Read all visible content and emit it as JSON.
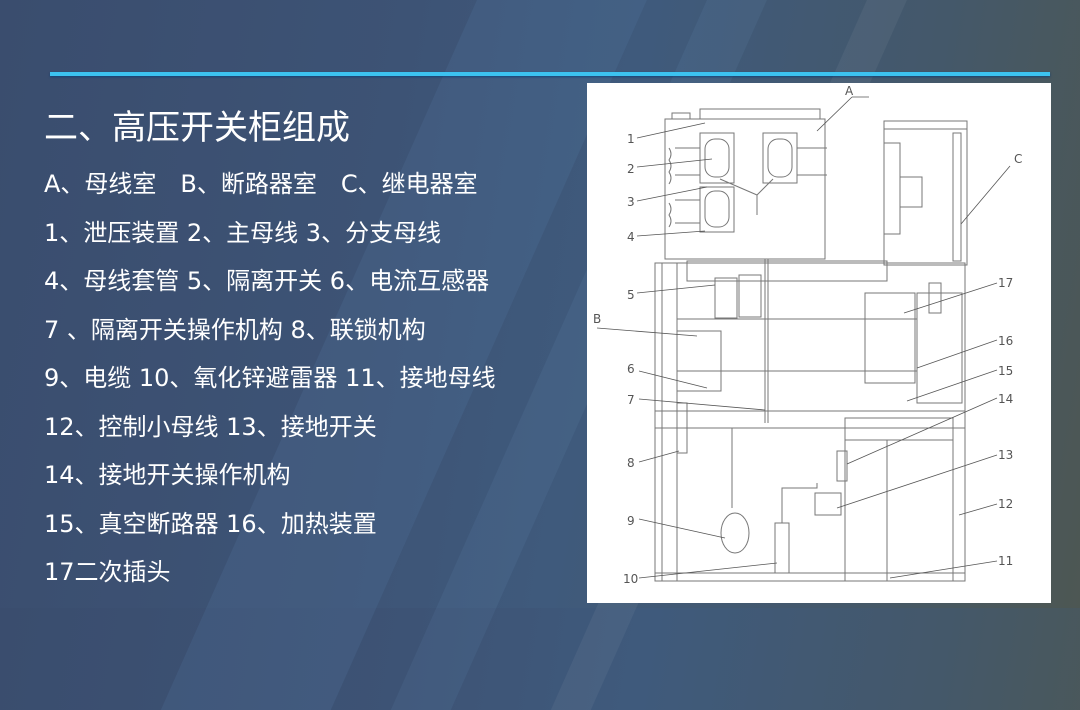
{
  "slide": {
    "title": "二、高压开关柜组成",
    "accent_color": "#3cc2f0",
    "items": [
      "A、母线室　B、断路器室　C、继电器室",
      "1、泄压装置 2、主母线 3、分支母线",
      "4、母线套管 5、隔离开关 6、电流互感器",
      "7 、隔离开关操作机构 8、联锁机构",
      "9、电缆 10、氧化锌避雷器 11、接地母线",
      "12、控制小母线 13、接地开关",
      "14、接地开关操作机构",
      "15、真空断路器 16、加热装置",
      "17二次插头"
    ]
  },
  "diagram": {
    "labels": {
      "A": "A",
      "B": "B",
      "C": "C",
      "n1": "1",
      "n2": "2",
      "n3": "3",
      "n4": "4",
      "n5": "5",
      "n6": "6",
      "n7": "7",
      "n8": "8",
      "n9": "9",
      "n10": "10",
      "n11": "11",
      "n12": "12",
      "n13": "13",
      "n14": "14",
      "n15": "15",
      "n16": "16",
      "n17": "17"
    }
  }
}
